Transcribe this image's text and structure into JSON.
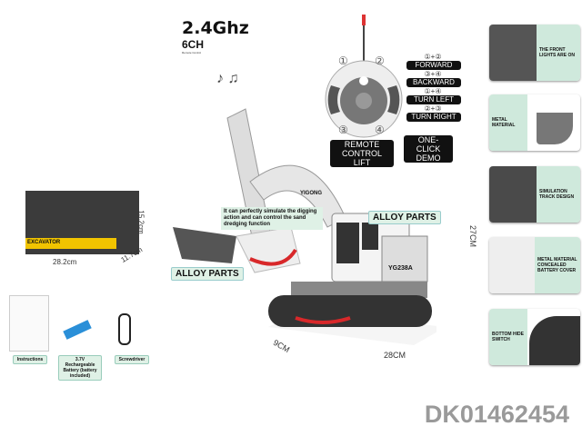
{
  "header": {
    "title": "2.4Ghz",
    "channels": "6CH",
    "sub": "Remote Control"
  },
  "remote": {
    "buttons": [
      "①",
      "②",
      "③",
      "④"
    ],
    "functions": [
      {
        "combo": "①+②",
        "label": "FORWARD"
      },
      {
        "combo": "③+④",
        "label": "BACKWARD"
      },
      {
        "combo": "①+④",
        "label": "TURN LEFT"
      },
      {
        "combo": "②+③",
        "label": "TURN RIGHT"
      }
    ],
    "lift": "REMOTE CONTROL LIFT",
    "demo": "ONE-CLICK DEMO"
  },
  "product": {
    "model": "YG238A",
    "brand": "YIGONG",
    "alloy_label": "ALLOY PARTS",
    "note": "It can perfectly simulate the digging action and can control the sand dredging function",
    "dims": {
      "height": "27CM",
      "length": "28CM",
      "width": "9CM"
    }
  },
  "box": {
    "name": "EXCAVATOR",
    "dims": {
      "length": "28.2cm",
      "depth": "11.7cm",
      "height": "15.2cm"
    }
  },
  "accessories": [
    {
      "label": "Instructions"
    },
    {
      "label": "3.7V Rechargeable Battery (battery included)"
    },
    {
      "label": "Screwdriver"
    }
  ],
  "features": [
    {
      "text": "THE FRONT LIGHTS ARE ON"
    },
    {
      "text": "METAL MATERIAL"
    },
    {
      "text": "SIMULATION TRACK DESIGN"
    },
    {
      "text": "METAL MATERIAL CONCEALED BATTERY COVER"
    },
    {
      "text": "BOTTOM HIDE SWITCH"
    }
  ],
  "sku": "DK01462454",
  "colors": {
    "panel_green": "#cfe9dc",
    "arrow_red": "#d8282a"
  }
}
